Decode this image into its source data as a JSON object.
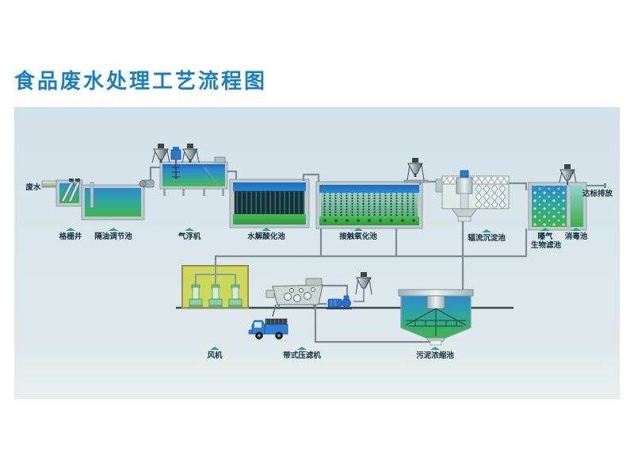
{
  "title": "食品废水处理工艺流程图",
  "diagram": {
    "flow_labels": {
      "wastewater": "废水",
      "discharge": "达标排放"
    },
    "units": {
      "grid_well": "格栅井",
      "oil_separation_adjust_tank": "隔油调节池",
      "air_flotation_machine": "气浮机",
      "hydrolysis_acidification_tank": "水解酸化池",
      "contact_oxidation_tank": "接触氧化池",
      "radial_flow_sedimentation_tank": "辐流沉淀池",
      "aeration_biofilter_line1": "曝气",
      "aeration_biofilter_line2": "生物滤池",
      "disinfection_tank": "消毒池",
      "blower": "风机",
      "belt_filter_press": "带式压滤机",
      "sludge_thickening_tank": "污泥浓缩池"
    },
    "colors": {
      "title_blue": "#1a7ec5",
      "panel_bg": "#d5e4ea",
      "water_blue": "#2b8ad0",
      "water_green": "#3eb44c",
      "blower_room_yellow": "#ccd85c",
      "marker_teal": "#2da094",
      "truck_blue": "#2f7fd8",
      "label_dark": "#16323c"
    }
  }
}
